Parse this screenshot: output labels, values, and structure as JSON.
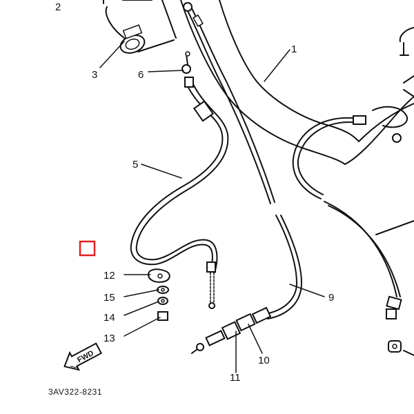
{
  "callouts": {
    "p1": "1",
    "p2": "2",
    "p3": "3",
    "p5": "5",
    "p6": "6",
    "p9": "9",
    "p10": "10",
    "p11": "11",
    "p12": "12",
    "p13": "13",
    "p14": "14",
    "p15": "15"
  },
  "fwd_label": "FWD",
  "diagram_code": "3AV322-8231",
  "colors": {
    "ink": "#111111",
    "marker": "#e0201b",
    "paper": "#ffffff"
  }
}
